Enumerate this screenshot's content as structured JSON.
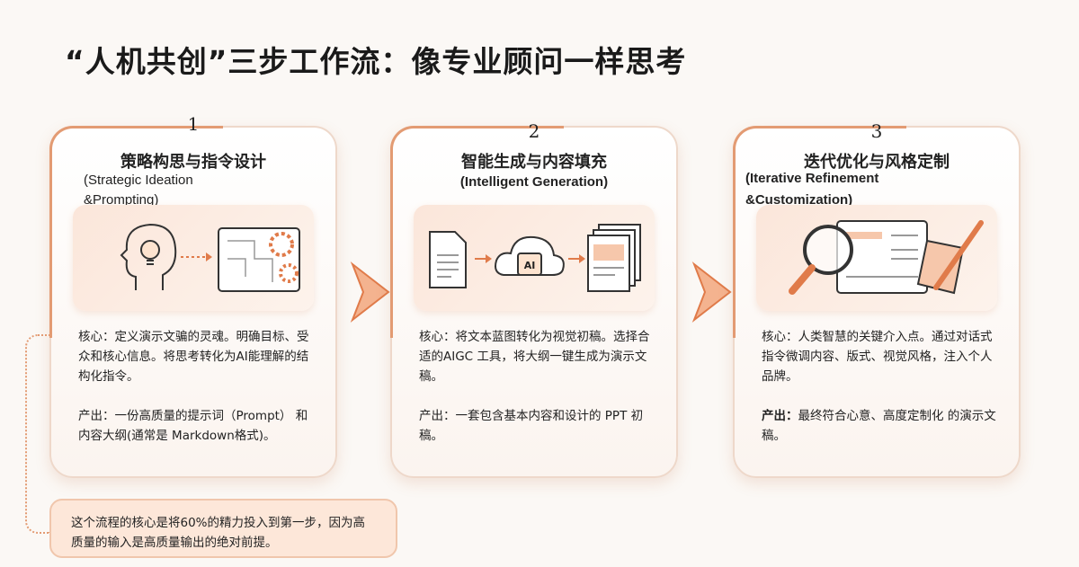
{
  "title": "“人机共创”三步工作流：像专业顾问一样思考",
  "steps": [
    {
      "number": "1",
      "title": "策略构思与指令设计",
      "subtitle_line1": "(Strategic   Ideation",
      "subtitle_line2": "&Prompting)",
      "core": "核心：定义演示文骗的灵魂。明确目标、受众和核心信息。将思考转化为AI能理解的结构化指令。",
      "output": "产出：一份高质量的提示词（Prompt） 和内容大纲(通常是 Markdown格式)。"
    },
    {
      "number": "2",
      "title": "智能生成与内容填充",
      "subtitle_line1": "(Intelligent Generation)",
      "core": "核心：将文本蓝图转化为视觉初稿。选择合适的AIGC 工具，将大纲一键生成为演示文稿。",
      "output": "产出：一套包含基本内容和设计的 PPT 初稿。",
      "ai_label": "AI"
    },
    {
      "number": "3",
      "title": "迭代优化与风格定制",
      "subtitle_line1": "(Iterative Refinement",
      "subtitle_line2": "&Customization)",
      "core": "核心：人类智慧的关键介入点。通过对话式指令微调内容、版式、视觉风格，注入个人品牌。",
      "output_label": "产出：",
      "output": "最终符合心意、高度定制化 的演示文稿。"
    }
  ],
  "note": "这个流程的核心是将60%的精力投入到第一步，因为高质量的输入是高质量输出的绝对前提。",
  "colors": {
    "accent": "#e07b4a",
    "border": "#eed8ca"
  }
}
